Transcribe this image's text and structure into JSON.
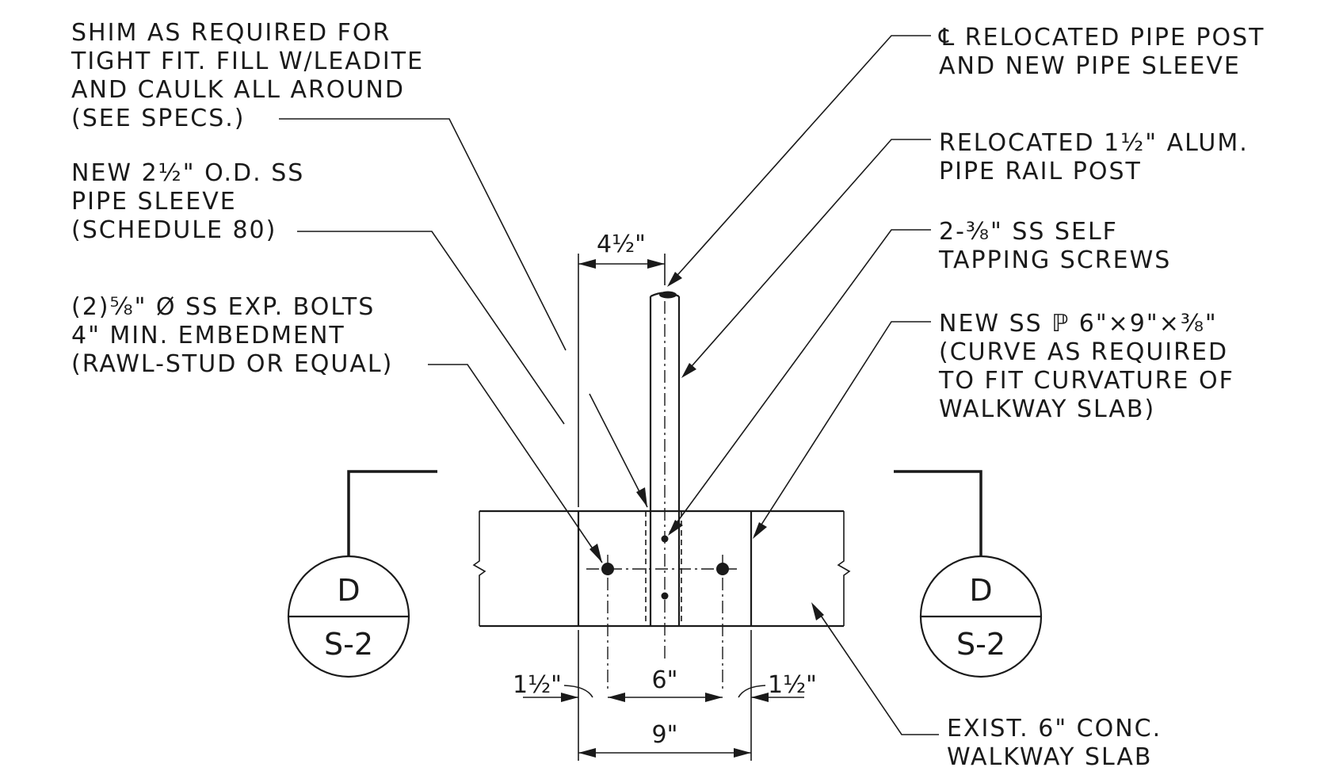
{
  "notes": {
    "shim": [
      "SHIM AS REQUIRED FOR",
      "TIGHT FIT. FILL W/LEADITE",
      "AND CAULK ALL AROUND",
      "(SEE SPECS.)"
    ],
    "sleeve": [
      "NEW 2½\" O.D. SS",
      "PIPE SLEEVE",
      "(SCHEDULE 80)"
    ],
    "bolts": [
      "(2)⅝\" Ø SS EXP. BOLTS",
      "4\" MIN. EMBEDMENT",
      "(RAWL-STUD OR EQUAL)"
    ],
    "centerline": [
      "℄ RELOCATED PIPE POST",
      "AND NEW PIPE SLEEVE"
    ],
    "post": [
      "RELOCATED 1½\" ALUM.",
      "PIPE RAIL POST"
    ],
    "screws": [
      "2-⅜\" SS SELF",
      "TAPPING SCREWS"
    ],
    "plate": [
      "NEW SS ℙ 6\"×9\"×⅜\"",
      "(CURVE AS REQUIRED",
      "TO FIT CURVATURE OF",
      "WALKWAY SLAB)"
    ],
    "slab": [
      "EXIST. 6\" CONC.",
      "WALKWAY SLAB"
    ]
  },
  "dimensions": {
    "post_offset": "4½\"",
    "edge_left": "1½\"",
    "bolt_spacing": "6\"",
    "edge_right": "1½\"",
    "plate_width": "9\""
  },
  "section_marks": {
    "left": {
      "letter": "D",
      "sheet": "S-2"
    },
    "right": {
      "letter": "D",
      "sheet": "S-2"
    }
  }
}
